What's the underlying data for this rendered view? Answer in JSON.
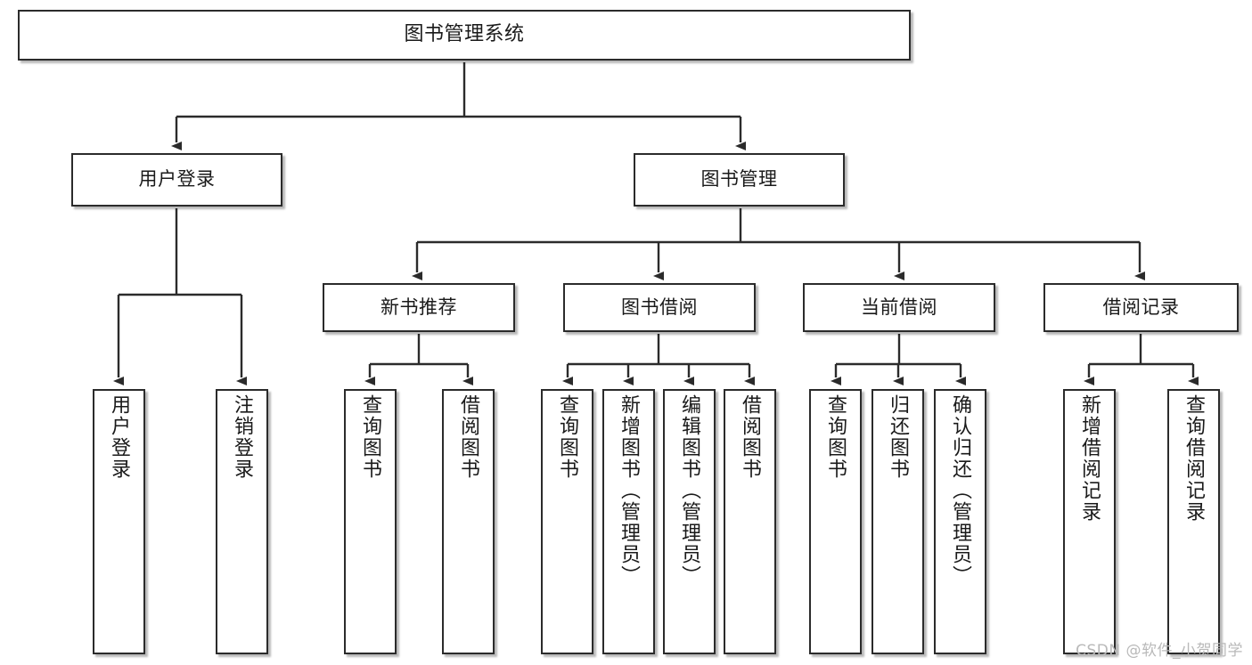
{
  "diagram": {
    "title": "图书管理系统",
    "type": "tree",
    "background": "#ffffff",
    "node_border_color": "#2b2b2b",
    "node_fill_color": "#ffffff",
    "edge_color": "#2b2b2b"
  },
  "nodes": {
    "root": {
      "label": "图书管理系统",
      "level": 0
    },
    "level1": [
      {
        "id": "user-login",
        "label": "用户登录"
      },
      {
        "id": "book-manage",
        "label": "图书管理"
      }
    ],
    "level2": [
      {
        "id": "new-book-rec",
        "label": "新书推荐",
        "parent": "book-manage"
      },
      {
        "id": "book-borrow",
        "label": "图书借阅",
        "parent": "book-manage"
      },
      {
        "id": "current-borrow",
        "label": "当前借阅",
        "parent": "book-manage"
      },
      {
        "id": "borrow-record",
        "label": "借阅记录",
        "parent": "book-manage"
      }
    ],
    "leaves": [
      {
        "id": "leaf-user-login",
        "label": "用户登录",
        "parent": "user-login"
      },
      {
        "id": "leaf-logout-login",
        "label": "注销登录",
        "parent": "user-login"
      },
      {
        "id": "leaf-query-book-1",
        "label": "查询图书",
        "parent": "new-book-rec"
      },
      {
        "id": "leaf-borrow-book-1",
        "label": "借阅图书",
        "parent": "new-book-rec"
      },
      {
        "id": "leaf-query-book-2",
        "label": "查询图书",
        "parent": "book-borrow"
      },
      {
        "id": "leaf-add-book",
        "label": "新增图书（管理员）",
        "parent": "book-borrow"
      },
      {
        "id": "leaf-edit-book",
        "label": "编辑图书（管理员）",
        "parent": "book-borrow"
      },
      {
        "id": "leaf-borrow-book-2",
        "label": "借阅图书",
        "parent": "book-borrow"
      },
      {
        "id": "leaf-query-book-3",
        "label": "查询图书",
        "parent": "current-borrow"
      },
      {
        "id": "leaf-return-book",
        "label": "归还图书",
        "parent": "current-borrow"
      },
      {
        "id": "leaf-confirm-return",
        "label": "确认归还（管理员）",
        "parent": "current-borrow"
      },
      {
        "id": "leaf-add-record",
        "label": "新增借阅记录",
        "parent": "borrow-record"
      },
      {
        "id": "leaf-query-record",
        "label": "查询借阅记录",
        "parent": "borrow-record"
      }
    ]
  },
  "watermark": {
    "text": "CSDN @软件_小贺同学",
    "color": "#b9b9b9"
  }
}
